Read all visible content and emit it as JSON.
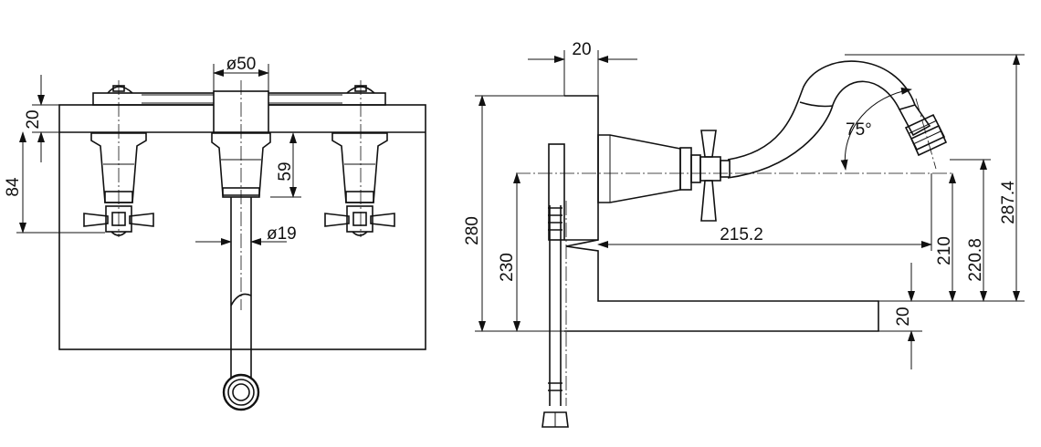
{
  "front_view": {
    "top_height": "20",
    "body_diameter": "ø50",
    "handle_height": "84",
    "body_height": "59",
    "spout_diameter": "ø19"
  },
  "side_view": {
    "flange_thickness": "20",
    "overall_height_front": "280",
    "spout_height": "230",
    "projection": "215.2",
    "outlet_angle": "75°",
    "outlet_height": "210",
    "axis_height": "220.8",
    "overall_height": "287.4",
    "foot_thickness": "20"
  }
}
